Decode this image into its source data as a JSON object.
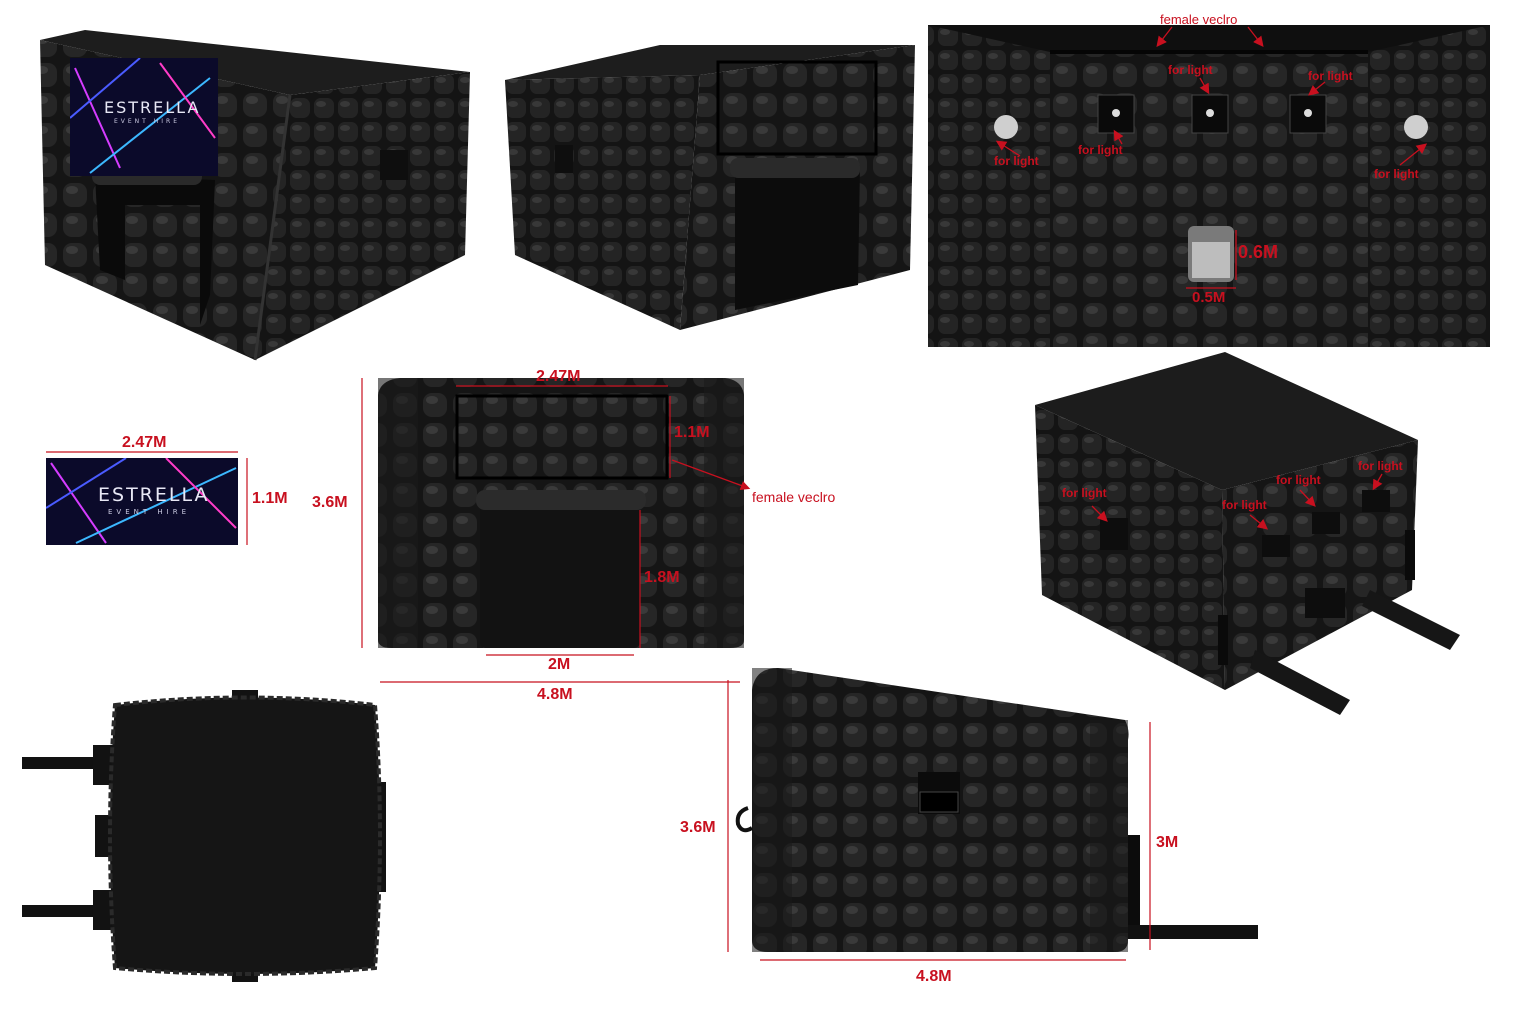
{
  "banner": {
    "brand": "ESTRELLA",
    "tagline": "EVENT HIRE"
  },
  "interior": {
    "top_label": "female veclro",
    "light_labels": [
      "for light",
      "for light",
      "for light",
      "for light",
      "for light"
    ],
    "door_height": "0.6M",
    "door_width": "0.5M"
  },
  "banner_spec": {
    "width": "2.47M",
    "height": "1.1M"
  },
  "front_view": {
    "panel_width": "2.47M",
    "panel_height": "1.1M",
    "velcro_label": "female veclro",
    "total_height": "3.6M",
    "door_height": "1.8M",
    "door_width": "2M",
    "total_width": "4.8M"
  },
  "iso_back": {
    "light_labels": [
      "for light",
      "for light",
      "for light",
      "for light"
    ]
  },
  "side_view": {
    "front_height": "3.6M",
    "back_height": "3M",
    "length": "4.8M"
  },
  "colors": {
    "dimension": "#c8101f",
    "tent": "#141414"
  }
}
